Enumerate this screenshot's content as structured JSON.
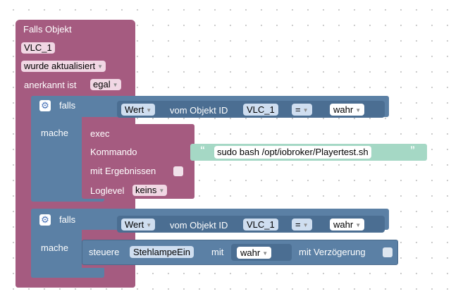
{
  "trigger_block": {
    "title": "Falls Objekt",
    "object_id": "VLC_1",
    "event_dropdown": "wurde aktualisiert",
    "ack_label": "anerkannt ist",
    "ack_dropdown": "egal"
  },
  "if_block_1": {
    "if_label": "falls",
    "do_label": "mache",
    "condition": {
      "property_dropdown": "Wert",
      "from_object_label": "vom Objekt ID",
      "object_id": "VLC_1",
      "operator_dropdown": "=",
      "value_dropdown": "wahr"
    }
  },
  "exec_block": {
    "title": "exec",
    "command_label": "Kommando",
    "command_text": "sudo bash /opt/iobroker/Playertest.sh",
    "results_label": "mit Ergebnissen",
    "loglevel_label": "Loglevel",
    "loglevel_dropdown": "keins"
  },
  "if_block_2": {
    "if_label": "falls",
    "do_label": "mache",
    "condition": {
      "property_dropdown": "Wert",
      "from_object_label": "vom Objekt ID",
      "object_id": "VLC_1",
      "operator_dropdown": "=",
      "value_dropdown": "wahr"
    }
  },
  "control_block": {
    "label": "steuere",
    "target": "StehlampeEin",
    "with_label": "mit",
    "value_dropdown": "wahr",
    "delay_label": "mit Verzögerung"
  },
  "colors": {
    "trigger": "#a55b80",
    "logic": "#5b80a5",
    "text": "#a5d8c5"
  }
}
